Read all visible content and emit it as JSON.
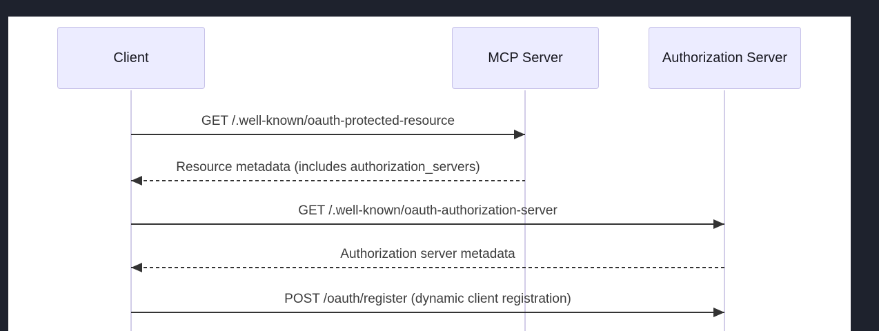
{
  "diagram": {
    "type": "sequence-diagram",
    "topic": "OAuth discovery and dynamic client registration flow",
    "actors": [
      {
        "name": "Client"
      },
      {
        "name": "MCP Server"
      },
      {
        "name": "Authorization Server"
      }
    ],
    "messages": [
      {
        "from": "Client",
        "to": "MCP Server",
        "label": "GET /.well-known/oauth-protected-resource",
        "line_style": "solid",
        "direction": "right"
      },
      {
        "from": "MCP Server",
        "to": "Client",
        "label": "Resource metadata (includes authorization_servers)",
        "line_style": "dashed",
        "direction": "left"
      },
      {
        "from": "Client",
        "to": "Authorization Server",
        "label": "GET /.well-known/oauth-authorization-server",
        "line_style": "solid",
        "direction": "right"
      },
      {
        "from": "Authorization Server",
        "to": "Client",
        "label": "Authorization server metadata",
        "line_style": "dashed",
        "direction": "left"
      },
      {
        "from": "Client",
        "to": "Authorization Server",
        "label": "POST /oauth/register (dynamic client registration)",
        "line_style": "solid",
        "direction": "right"
      }
    ],
    "colors": {
      "frame_background": "#1e222d",
      "canvas_background": "#ffffff",
      "actor_fill": "#ececff",
      "actor_border": "#c6c0e8",
      "lifeline": "#d2cde8",
      "message_line": "#333333",
      "message_text": "#3b3b3b",
      "actor_text": "#17171f"
    }
  }
}
